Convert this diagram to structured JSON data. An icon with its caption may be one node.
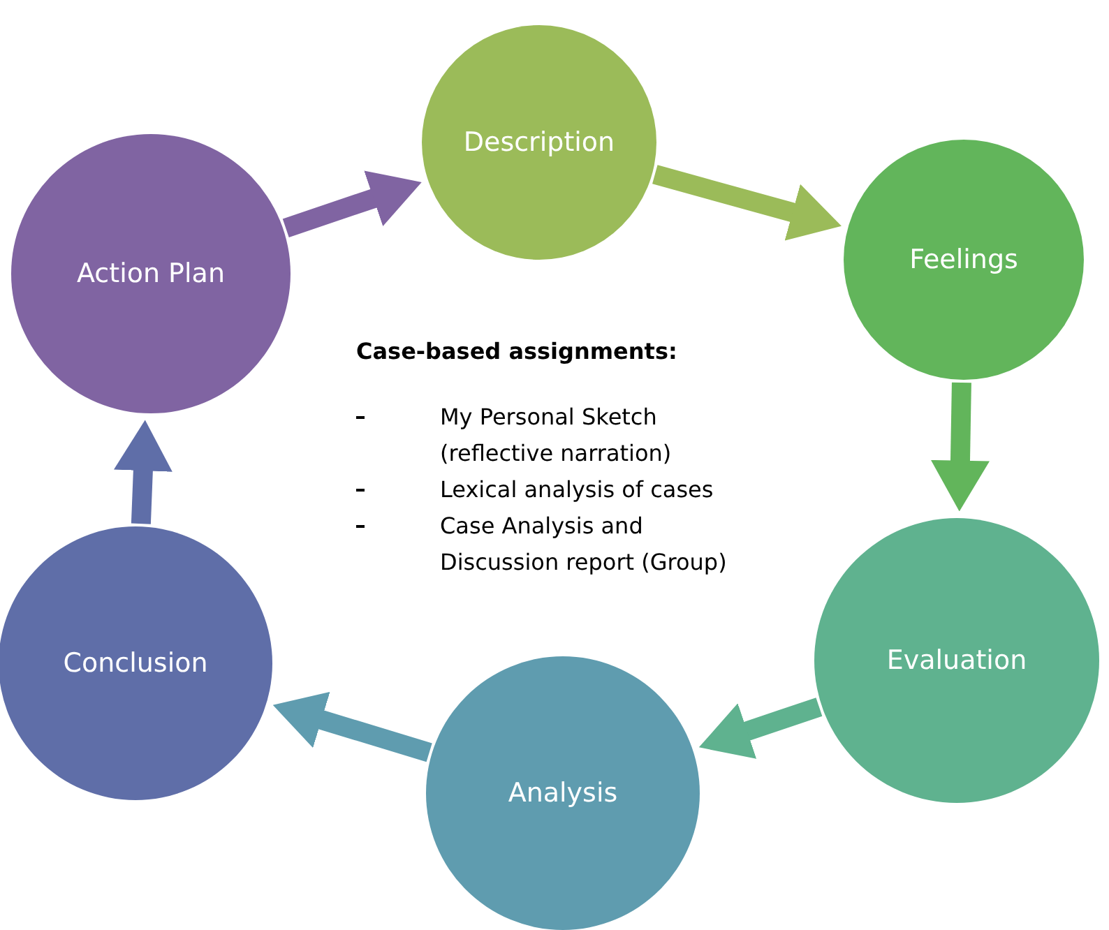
{
  "diagram": {
    "nodes": [
      {
        "text": [
          "Description"
        ]
      },
      {
        "text": [
          "Feelings"
        ]
      },
      {
        "text": [
          "Evaluation"
        ]
      },
      {
        "text": [
          "Analysis"
        ]
      },
      {
        "text": [
          "Conclusion"
        ]
      },
      {
        "text": [
          "Action Plan"
        ]
      }
    ],
    "edges": [
      {
        "from": 5,
        "to": 0,
        "arrow": "to",
        "color": "#8064a2"
      },
      {
        "from": 0,
        "to": 1,
        "arrow": "to",
        "color": "#9bbb59"
      },
      {
        "from": 1,
        "to": 2,
        "arrow": "to",
        "color": "#62b55b"
      },
      {
        "from": 2,
        "to": 3,
        "arrow": "to",
        "color": "#5fb28f"
      },
      {
        "from": 3,
        "to": 4,
        "arrow": "to",
        "color": "#5f9caf"
      },
      {
        "from": 4,
        "to": 5,
        "arrow": "to",
        "color": "#5f6ea8"
      }
    ],
    "labels": [
      "Case-based assignments:",
      "My Personal Sketch (reflective narration)",
      "Lexical analysis of cases",
      "Case Analysis and Discussion report (Group)"
    ]
  }
}
